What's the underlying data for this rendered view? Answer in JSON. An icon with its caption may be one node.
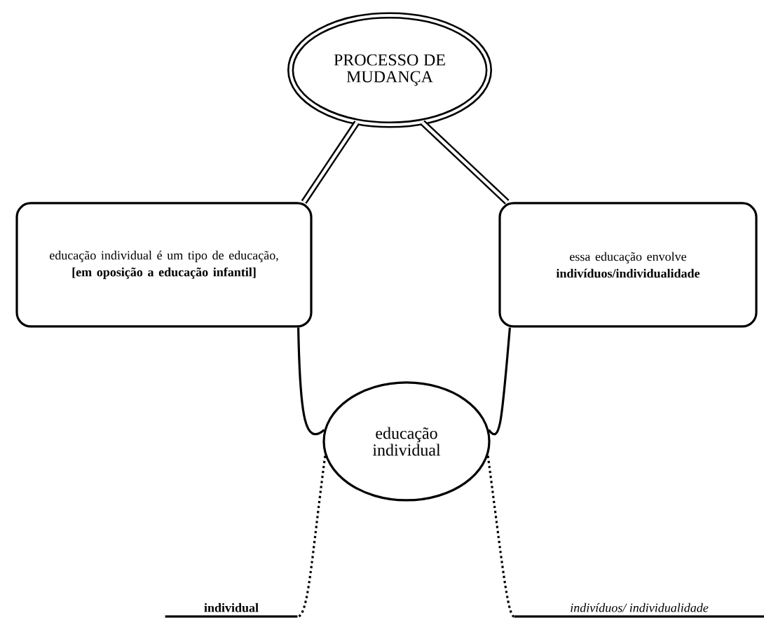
{
  "diagram": {
    "nodes": [
      {
        "text": [
          "PROCESSO DE MUDANÇA"
        ]
      },
      {
        "text": [
          "educação individual é um tipo de educação, **[em oposição a educação infantil]**"
        ]
      },
      {
        "text": [
          "essa educação envolve **indivíduos/individualidade**"
        ]
      },
      {
        "text": [
          "educação individual"
        ]
      },
      {
        "text": [
          "individual"
        ]
      },
      {
        "text": [
          "indivíduos/ individualidade"
        ]
      }
    ],
    "edges": [
      {
        "from": 0,
        "to": 1,
        "arrow": "none",
        "style": "thick"
      },
      {
        "from": 0,
        "to": 2,
        "arrow": "none",
        "style": "thick"
      },
      {
        "from": 1,
        "to": 3,
        "arrow": "none"
      },
      {
        "from": 2,
        "to": 3,
        "arrow": "none"
      },
      {
        "from": 3,
        "to": 4,
        "arrow": "none",
        "style": "dashed"
      },
      {
        "from": 3,
        "to": 5,
        "arrow": "none",
        "style": "dashed"
      }
    ]
  }
}
